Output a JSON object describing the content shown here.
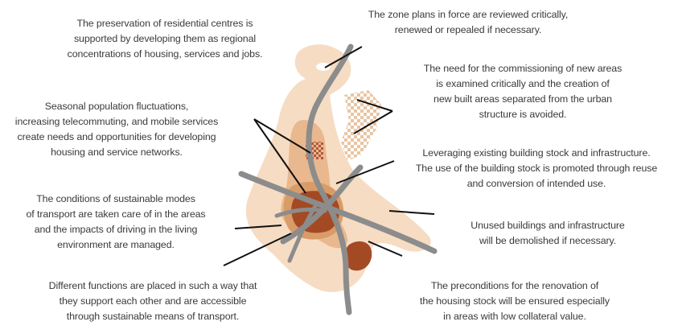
{
  "colors": {
    "outer_zone": "#f6dcc3",
    "middle_zone": "#e9b88e",
    "inner_zone": "#d99c68",
    "core": "#a34a24",
    "roads": "#8c8c8c",
    "leader_lines": "#111111",
    "text": "#3a3a3a",
    "background": "#ffffff"
  },
  "callouts": {
    "residential_centres": {
      "lines": [
        "The preservation of residential centres is",
        "supported by developing them as regional",
        "concentrations of housing, services and jobs."
      ]
    },
    "seasonal_population": {
      "lines": [
        "Seasonal population fluctuations,",
        "increasing telecommuting, and mobile services",
        "create needs and opportunities for developing",
        "housing and service networks."
      ]
    },
    "sustainable_transport": {
      "lines": [
        "The conditions of sustainable modes",
        "of transport are taken care of in the areas",
        "and the impacts of driving in the living",
        "environment are managed."
      ]
    },
    "functions_placement": {
      "lines": [
        "Different functions  are placed in such a way that",
        "they support each other and are accessible",
        "through sustainable means of transport."
      ]
    },
    "zone_plans": {
      "lines": [
        "The zone plans in force are reviewed critically,",
        "renewed or repealed if necessary."
      ]
    },
    "new_areas": {
      "lines": [
        "The need for the commissioning of new areas",
        "is examined critically and the creation of",
        "new built areas separated from the urban",
        "structure is avoided."
      ]
    },
    "building_stock": {
      "lines": [
        "Leveraging existing building stock and infrastructure.",
        "The use of the building stock is promoted through reuse",
        "and conversion of intended use."
      ]
    },
    "unused_buildings": {
      "lines": [
        "Unused buildings and infrastructure",
        "will be demolished if necessary."
      ]
    },
    "housing_renovation": {
      "lines": [
        "The preconditions for the renovation of",
        "the housing stock will be ensured especially",
        "in areas with low collateral value."
      ]
    }
  }
}
